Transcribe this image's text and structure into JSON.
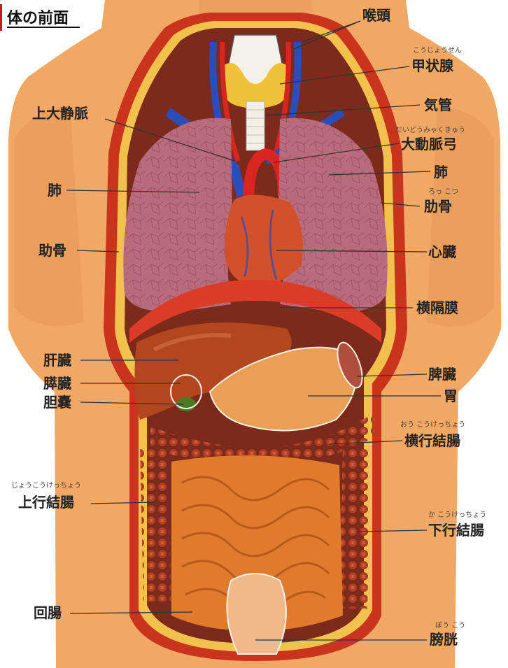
{
  "title": "体の前面",
  "colors": {
    "skin": "#f1a865",
    "skin_shadow": "#d9843f",
    "cavity_wall": "#c9341f",
    "lung": "#b86b7a",
    "heart": "#d2512b",
    "diaphragm": "#d93c27",
    "liver": "#b2461f",
    "stomach": "#e9a056",
    "intestine": "#e07a2c",
    "colon": "#b8452a",
    "vein": "#2a4db8",
    "artery": "#d8261e",
    "thyroid": "#f0c23a",
    "bladder": "#f0b98a"
  },
  "labels": {
    "larynx": "喉頭",
    "thyroid": "甲状腺",
    "thyroid_furigana": "こうじょうせん",
    "trachea": "気管",
    "svc": "上大静脈",
    "aortic_arch": "大動脈弓",
    "aortic_arch_furigana": "だいどうみゃくきゅう",
    "lung_left": "肺",
    "lung_right": "肺",
    "rib_right": "肋骨",
    "rib_right_furigana": "ろっ こつ",
    "rib_left": "助骨",
    "heart": "心臓",
    "diaphragm": "横隔膜",
    "liver": "肝臓",
    "pancreas": "膵臓",
    "gallbladder": "胆嚢",
    "spleen": "脾臓",
    "stomach": "胃",
    "transverse_colon": "横行結腸",
    "transverse_colon_furigana": "おう こうけっちょう",
    "ascending_colon": "上行結腸",
    "ascending_colon_furigana": "じょうこうけっちょう",
    "descending_colon": "下行結腸",
    "descending_colon_furigana": "か こうけっちょう",
    "ileum": "回腸",
    "bladder": "膀胱",
    "bladder_furigana": "ぼう こう"
  }
}
